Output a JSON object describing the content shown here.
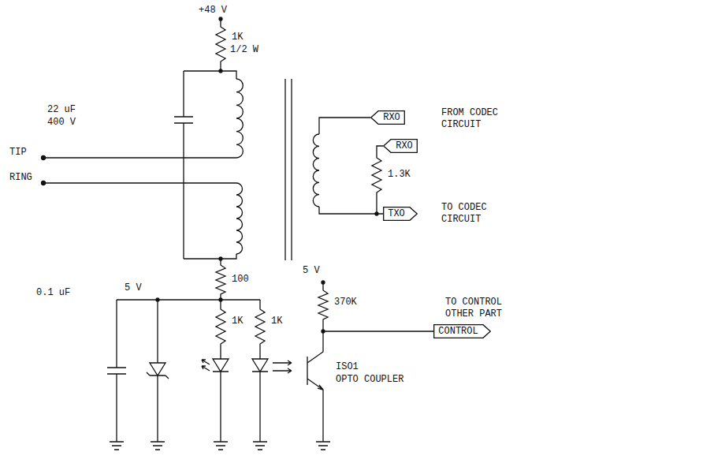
{
  "diagram": {
    "nodes": [
      {
        "text": [
          "RXO"
        ]
      },
      {
        "text": [
          "RXO"
        ]
      },
      {
        "text": [
          "TXO"
        ]
      },
      {
        "text": [
          "CONTROL"
        ]
      }
    ],
    "labels": [
      "+48 V",
      "1K",
      "1/2 W",
      "22 uF",
      "400 V",
      "TIP",
      "RING",
      "FROM CODEC CIRCUIT",
      "1.3K",
      "TO CODEC CIRCUIT",
      "5 V",
      "100",
      "5 V",
      "0.1 uF",
      "1K",
      "1K",
      "370K",
      "TO CONTROL OTHER PART",
      "ISO1",
      "OPTO COUPLER"
    ]
  }
}
